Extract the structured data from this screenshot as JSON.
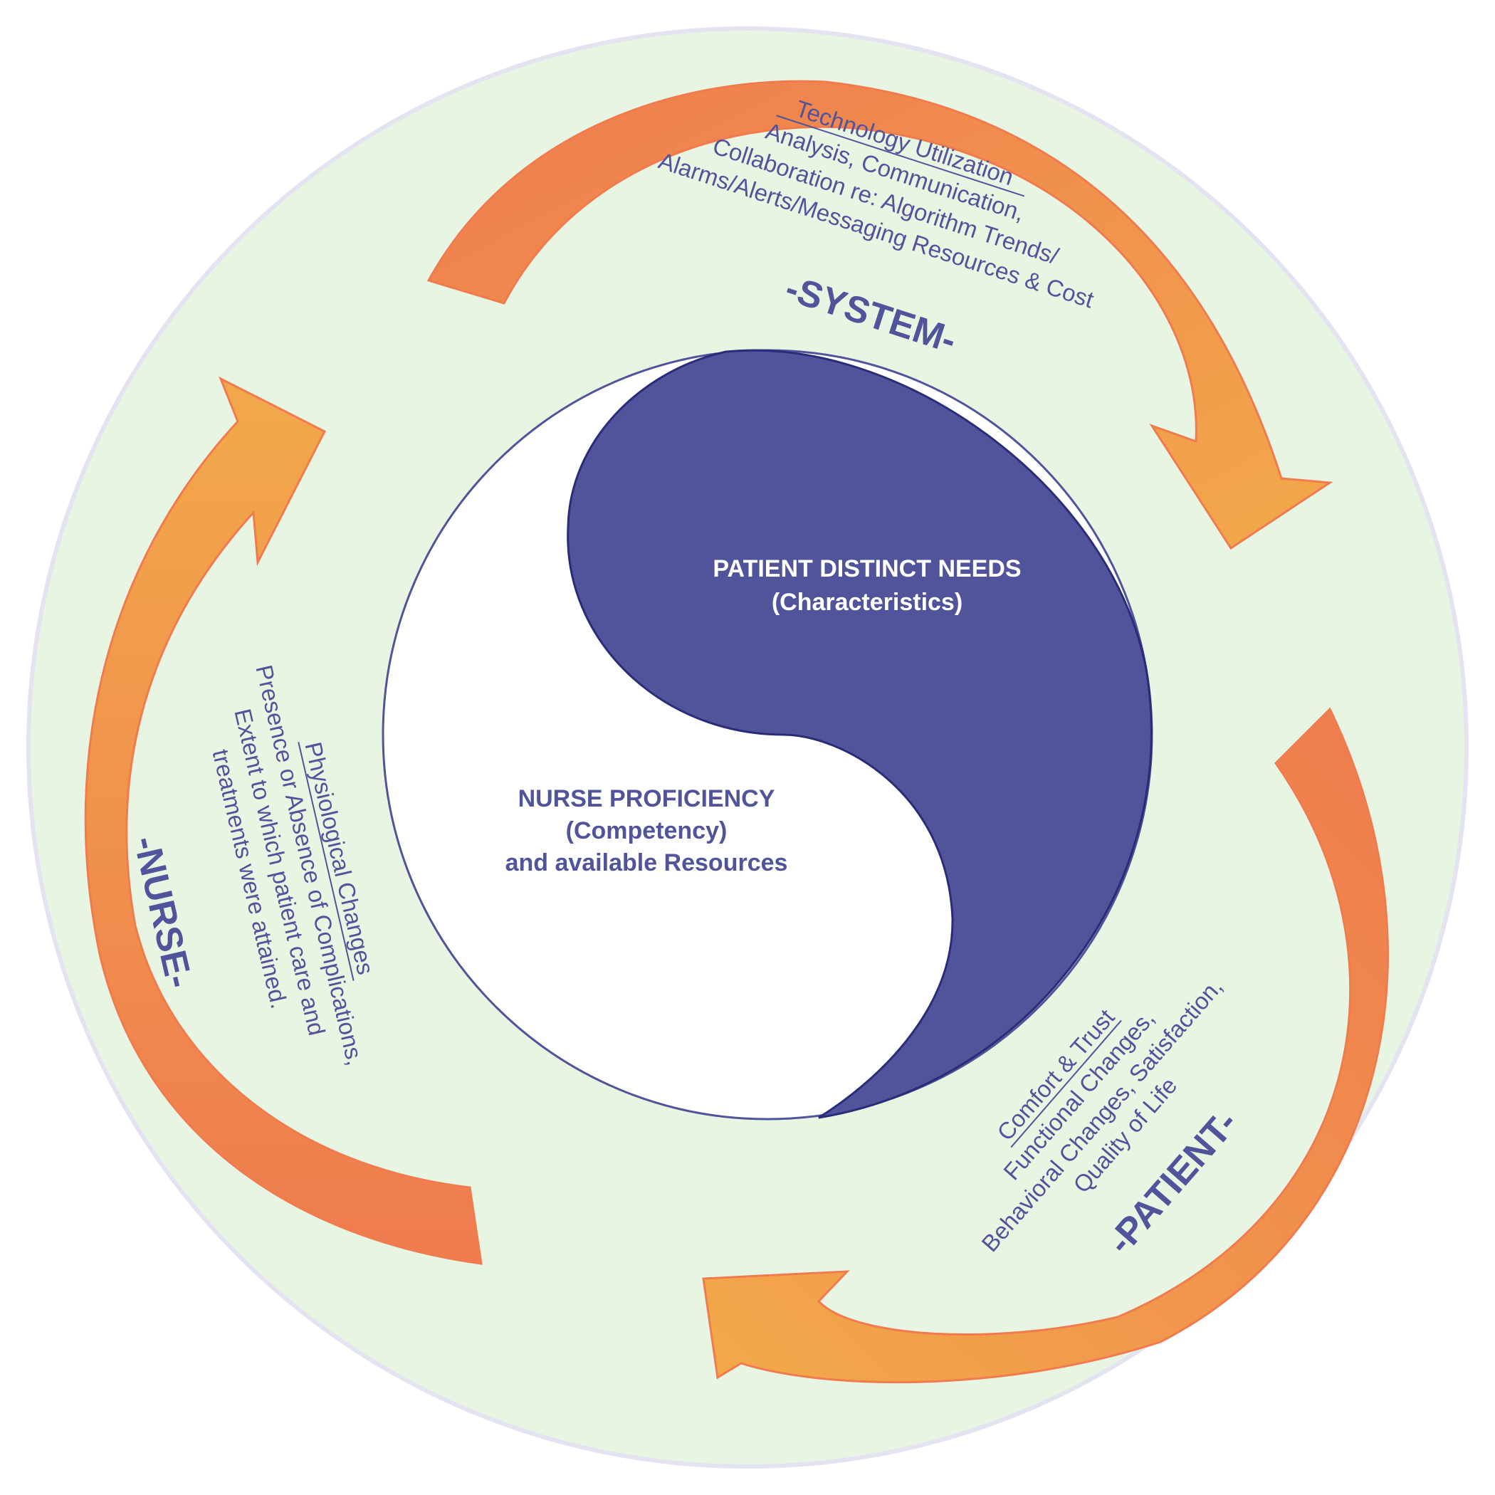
{
  "colors": {
    "ring_fill": "#e9f5e3",
    "ring_border": "#e3e3f1",
    "navy": "#51549a",
    "arrow_orange": "#ef7b4f",
    "arrow_amber": "#f2a94a",
    "white": "#ffffff"
  },
  "system": {
    "label": "-SYSTEM-",
    "title": "Technology Utilization",
    "lines": [
      "Analysis, Communication,",
      "Collaboration re: Algorithm Trends/",
      "Alarms/Alerts/Messaging Resources & Cost"
    ]
  },
  "nurse": {
    "label": "-NURSE-",
    "title": "Physiological Changes",
    "lines": [
      "Presence or Absence of Complications,",
      "Extent to which patient care and",
      "treatments were attained."
    ]
  },
  "patient": {
    "label": "-PATIENT-",
    "title": "Comfort & Trust",
    "lines": [
      "Functional Changes,",
      "Behavioral Changes, Satisfaction,",
      "Quality of Life"
    ]
  },
  "core": {
    "patient_needs": "PATIENT DISTINCT NEEDS",
    "patient_needs_sub": "(Characteristics)",
    "nurse_line1": "NURSE PROFICIENCY",
    "nurse_line2": "(Competency)",
    "nurse_line3": "and available Resources"
  }
}
